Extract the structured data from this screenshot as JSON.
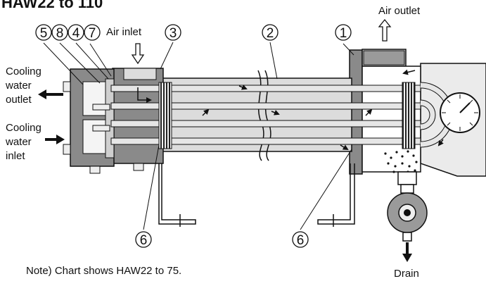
{
  "title": "HAW22 to 110",
  "labels": {
    "air_outlet": "Air outlet",
    "air_inlet": "Air inlet",
    "cooling_water_outlet": [
      "Cooling",
      "water",
      "outlet"
    ],
    "cooling_water_inlet": [
      "Cooling",
      "water",
      "inlet"
    ],
    "drain": "Drain",
    "note": "Note) Chart shows HAW22 to 75."
  },
  "part_numbers": {
    "p5": "5",
    "p8": "8",
    "p4": "4",
    "p7": "7",
    "p3": "3",
    "p2": "2",
    "p1": "1",
    "p6_left": "6",
    "p6_right": "6"
  },
  "colors": {
    "line": "#111111",
    "shell": "#dcdcdc",
    "housing": "#8a8a8a",
    "panel": "#ebebeb",
    "tube": "#e6e6e6"
  }
}
